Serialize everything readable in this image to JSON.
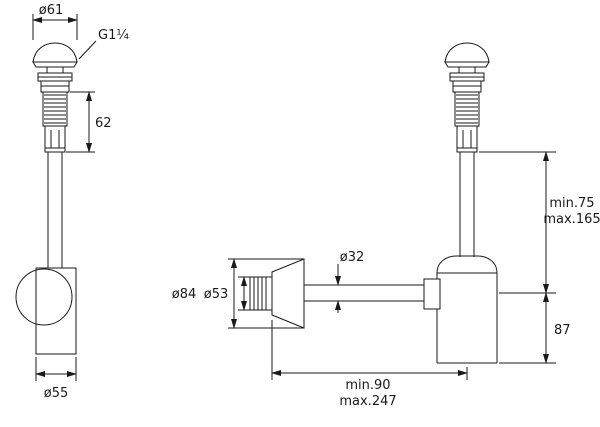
{
  "page": {
    "background_color": "#ffffff",
    "line_color": "#1a1a1a"
  },
  "left_view": {
    "cap_diameter_label": "ø61",
    "thread_label": "G1¼",
    "body_height_label": "62",
    "base_diameter_label": "ø55"
  },
  "right_view": {
    "cone_diameter_label": "ø84",
    "wall_nut_diameter_label": "ø53",
    "pipe_diameter_label": "ø32",
    "inlet_height_min_label": "min.75",
    "inlet_height_max_label": "max.165",
    "trap_depth_label": "87",
    "horizontal_min_label": "min.90",
    "horizontal_max_label": "max.247"
  }
}
